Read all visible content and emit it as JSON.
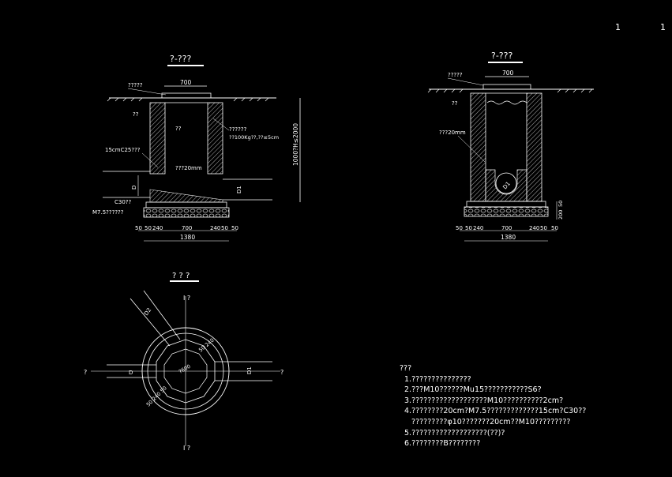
{
  "header": {
    "sheet_left": "1",
    "sheet_right": "1"
  },
  "views": {
    "section1": {
      "title": "?-???",
      "width_top": "700",
      "label_cover": "?????",
      "label_wall": "??",
      "label_water": "??",
      "label_note": "??????",
      "label_note2": "??100Kg??,??≤5cm",
      "label_c25": "15cmC25???",
      "label_plaster": "???20mm",
      "label_c30": "C30??",
      "label_m75": "M7.5??????",
      "label_height": "1000?H≤2000",
      "label_d": "D",
      "label_d1": "D1",
      "dims_bottom": [
        "50",
        "50",
        "240",
        "700",
        "240",
        "50",
        "50"
      ],
      "total": "1380"
    },
    "section2": {
      "title": "?-???",
      "width_top": "700",
      "label_cover": "?????",
      "label_wall": "??",
      "label_plaster": "???20mm",
      "label_d1": "D1",
      "dims_side": [
        "200",
        "50"
      ],
      "dims_bottom": [
        "50",
        "50",
        "240",
        "700",
        "240",
        "50",
        "50"
      ],
      "total": "1380"
    },
    "plan": {
      "title": "? ? ?",
      "section_mark_top": "I ?",
      "section_mark_bottom": "I ?",
      "mark_left": "?",
      "mark_right": "?",
      "label_d": "D",
      "label_d1": "D1",
      "label_d2": "D2",
      "dim_50_240": "50 240",
      "dim_50_240b": "50 240 50",
      "dim_center": "?600"
    }
  },
  "notes": {
    "heading": "???",
    "items": [
      "1.???????????????",
      "2.???M10??????Mu15???????????S6?",
      "3.???????????????????M10??????????2cm?",
      "4.????????20cm?M7.5?????????????15cm?C30??",
      "   ?????????φ10???????20cm??M10?????????",
      "5.???????????????????(??)?",
      "6.????????B????????"
    ]
  }
}
